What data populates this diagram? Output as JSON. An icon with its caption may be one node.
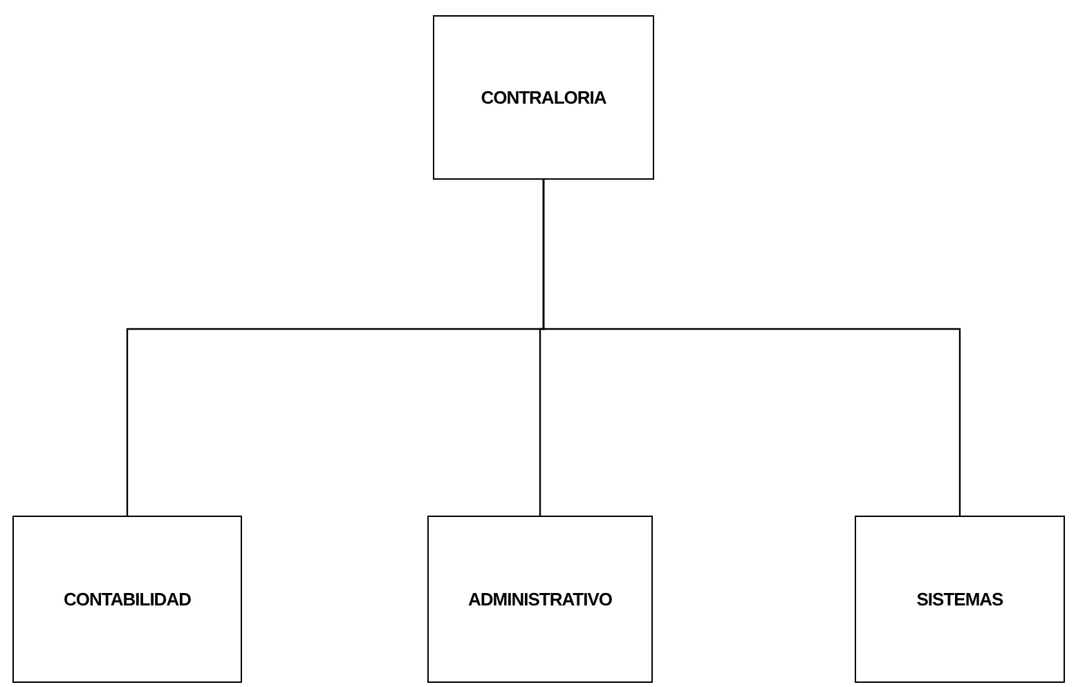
{
  "diagram": {
    "nodes": [
      {
        "text": [
          "CONTRALORIA"
        ]
      },
      {
        "text": [
          "CONTABILIDAD"
        ]
      },
      {
        "text": [
          "ADMINISTRATIVO"
        ]
      },
      {
        "text": [
          "SISTEMAS"
        ]
      }
    ],
    "edges": [
      {
        "from": 0,
        "to": 1,
        "arrow": "none"
      },
      {
        "from": 0,
        "to": 2,
        "arrow": "none"
      },
      {
        "from": 0,
        "to": 3,
        "arrow": "none"
      }
    ]
  }
}
